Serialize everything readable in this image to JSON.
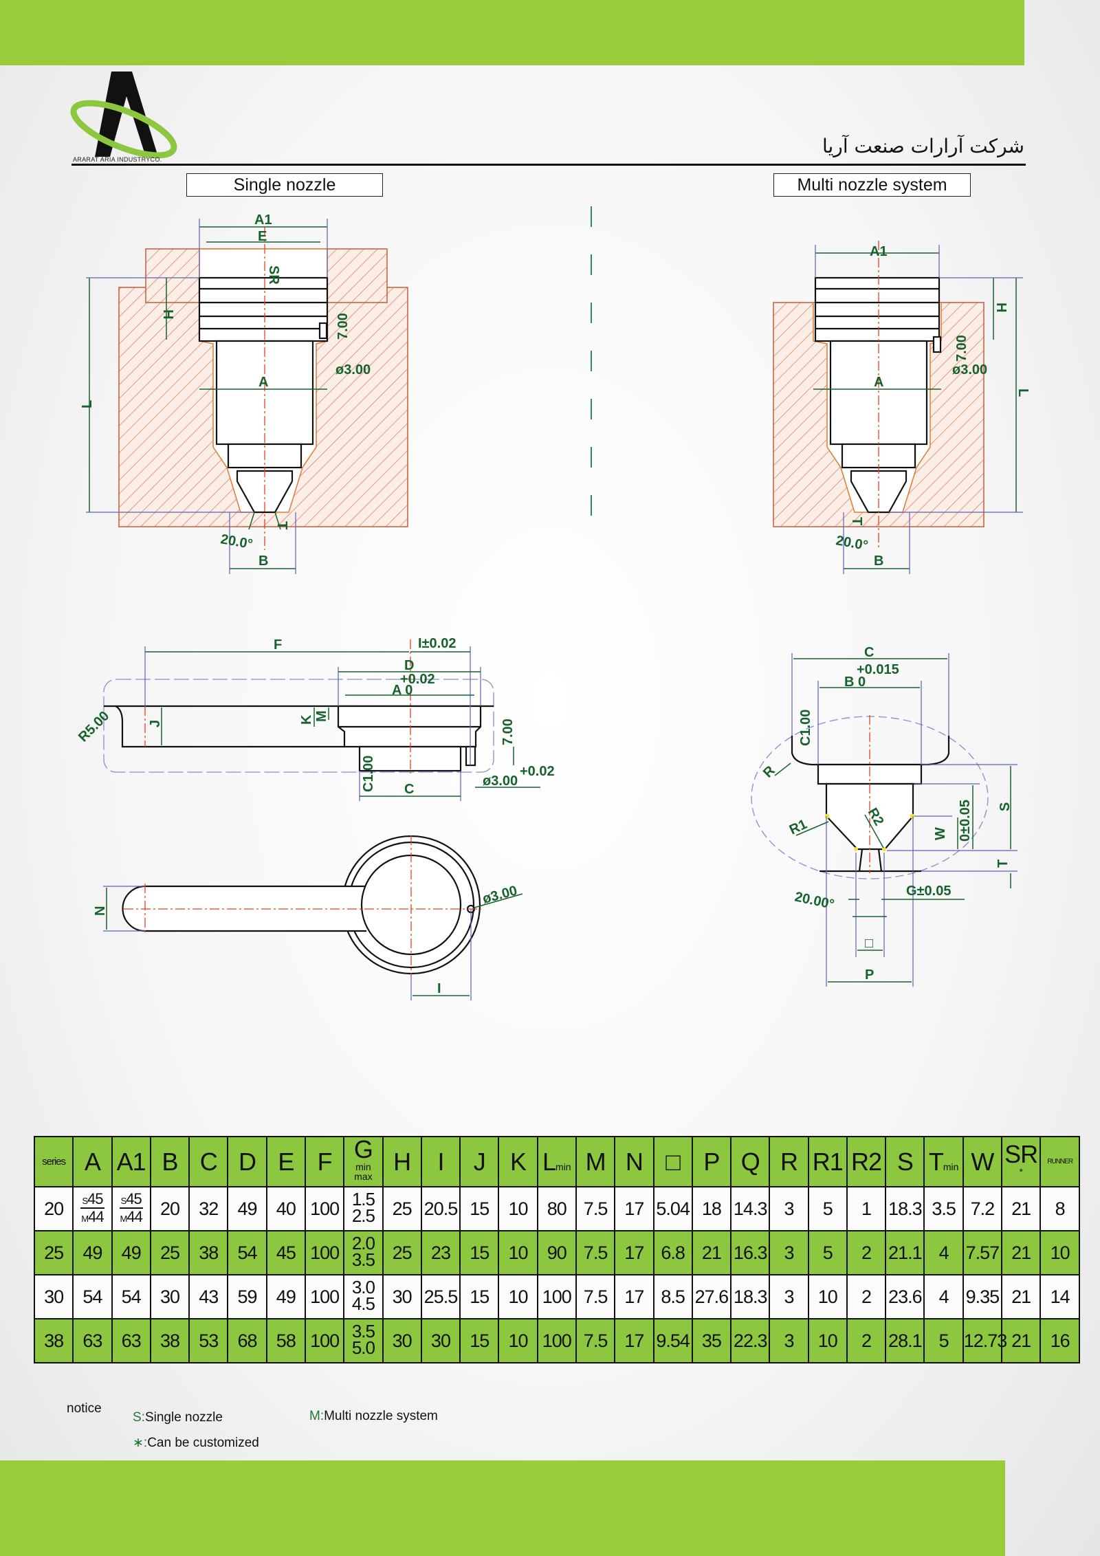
{
  "brand": {
    "logo_text": "ARARAT ARIA INDUSTRYCO.",
    "company_name_fa": "شرکت آرارات صنعت آریا",
    "accent_color": "#99cc3a",
    "dimension_color": "#17622c"
  },
  "sections": {
    "single_title": "Single nozzle",
    "multi_title": "Multi nozzle system"
  },
  "single_drawing": {
    "A1": "A1",
    "E": "E",
    "SR": "SR",
    "H": "H",
    "L": "L",
    "A": "A",
    "depth": "7.00",
    "hole": "ø3.00",
    "angle": "20.0°",
    "B": "B",
    "T": "T"
  },
  "multi_drawing": {
    "A1": "A1",
    "H": "H",
    "L": "L",
    "A": "A",
    "depth": "7.00",
    "hole": "ø3.00",
    "angle": "20.0°",
    "B": "B",
    "T": "T"
  },
  "runner_side": {
    "F": "F",
    "I_tol": "I±0.02",
    "D": "D",
    "tol_plus": "+0.02",
    "A0": "A 0",
    "J": "J",
    "K": "K",
    "M": "M",
    "depth": "7.00",
    "chamfer": "C1.00",
    "C": "C",
    "hole": "ø3.00",
    "hole_tol": "+0.02",
    "radius": "R5.00"
  },
  "runner_plan": {
    "N": "N",
    "hole": "ø3.00",
    "I": "I"
  },
  "tip_detail": {
    "C": "C",
    "tol": "+0.015",
    "B0": "B  0",
    "chamfer": "C1.00",
    "R": "R",
    "R1": "R1",
    "R2": "R2",
    "W": "W",
    "W_tol": "0±0.05",
    "S": "S",
    "T": "T",
    "G": "G±0.05",
    "angle": "20.00°",
    "square": "□",
    "P": "P"
  },
  "table": {
    "headers": [
      {
        "label": "series",
        "cls": "hsmall"
      },
      {
        "label": "A"
      },
      {
        "label": "A1"
      },
      {
        "label": "B"
      },
      {
        "label": "C"
      },
      {
        "label": "D"
      },
      {
        "label": "E"
      },
      {
        "label": "F"
      },
      {
        "label": "G",
        "sub": "min",
        "sub2": "max"
      },
      {
        "label": "H"
      },
      {
        "label": "I"
      },
      {
        "label": "J"
      },
      {
        "label": "K"
      },
      {
        "label": "L",
        "sub": "min"
      },
      {
        "label": "M"
      },
      {
        "label": "N"
      },
      {
        "label": "□"
      },
      {
        "label": "P"
      },
      {
        "label": "Q"
      },
      {
        "label": "R"
      },
      {
        "label": "R1"
      },
      {
        "label": "R2"
      },
      {
        "label": "S"
      },
      {
        "label": "T",
        "sub": "min"
      },
      {
        "label": "W"
      },
      {
        "label": "SR",
        "sub2": "*"
      },
      {
        "label": "RUNNER",
        "cls": "hrunner"
      }
    ],
    "rows": [
      [
        "20",
        {
          "top_key": "S",
          "top": "45",
          "bottom_key": "M",
          "bottom": "44"
        },
        {
          "top_key": "S",
          "top": "45",
          "bottom_key": "M",
          "bottom": "44"
        },
        "20",
        "32",
        "49",
        "40",
        "100",
        {
          "min": "1.5",
          "max": "2.5"
        },
        "25",
        "20.5",
        "15",
        "10",
        "80",
        "7.5",
        "17",
        "5.04",
        "18",
        "14.3",
        "3",
        "5",
        "1",
        "18.3",
        "3.5",
        "7.2",
        "21",
        "8"
      ],
      [
        "25",
        "49",
        "49",
        "25",
        "38",
        "54",
        "45",
        "100",
        {
          "min": "2.0",
          "max": "3.5"
        },
        "25",
        "23",
        "15",
        "10",
        "90",
        "7.5",
        "17",
        "6.8",
        "21",
        "16.3",
        "3",
        "5",
        "2",
        "21.1",
        "4",
        "7.57",
        "21",
        "10"
      ],
      [
        "30",
        "54",
        "54",
        "30",
        "43",
        "59",
        "49",
        "100",
        {
          "min": "3.0",
          "max": "4.5"
        },
        "30",
        "25.5",
        "15",
        "10",
        "100",
        "7.5",
        "17",
        "8.5",
        "27.6",
        "18.3",
        "3",
        "10",
        "2",
        "23.6",
        "4",
        "9.35",
        "21",
        "14"
      ],
      [
        "38",
        "63",
        "63",
        "38",
        "53",
        "68",
        "58",
        "100",
        {
          "min": "3.5",
          "max": "5.0"
        },
        "30",
        "30",
        "15",
        "10",
        "100",
        "7.5",
        "17",
        "9.54",
        "35",
        "22.3",
        "3",
        "10",
        "2",
        "28.1",
        "5",
        "12.73",
        "21",
        "16"
      ]
    ]
  },
  "notice": {
    "label": "notice",
    "s_key": "S:",
    "s_text": "Single nozzle",
    "m_key": "M:",
    "m_text": "Multi nozzle system",
    "star_key": "∗:",
    "star_text": "Can be customized"
  }
}
